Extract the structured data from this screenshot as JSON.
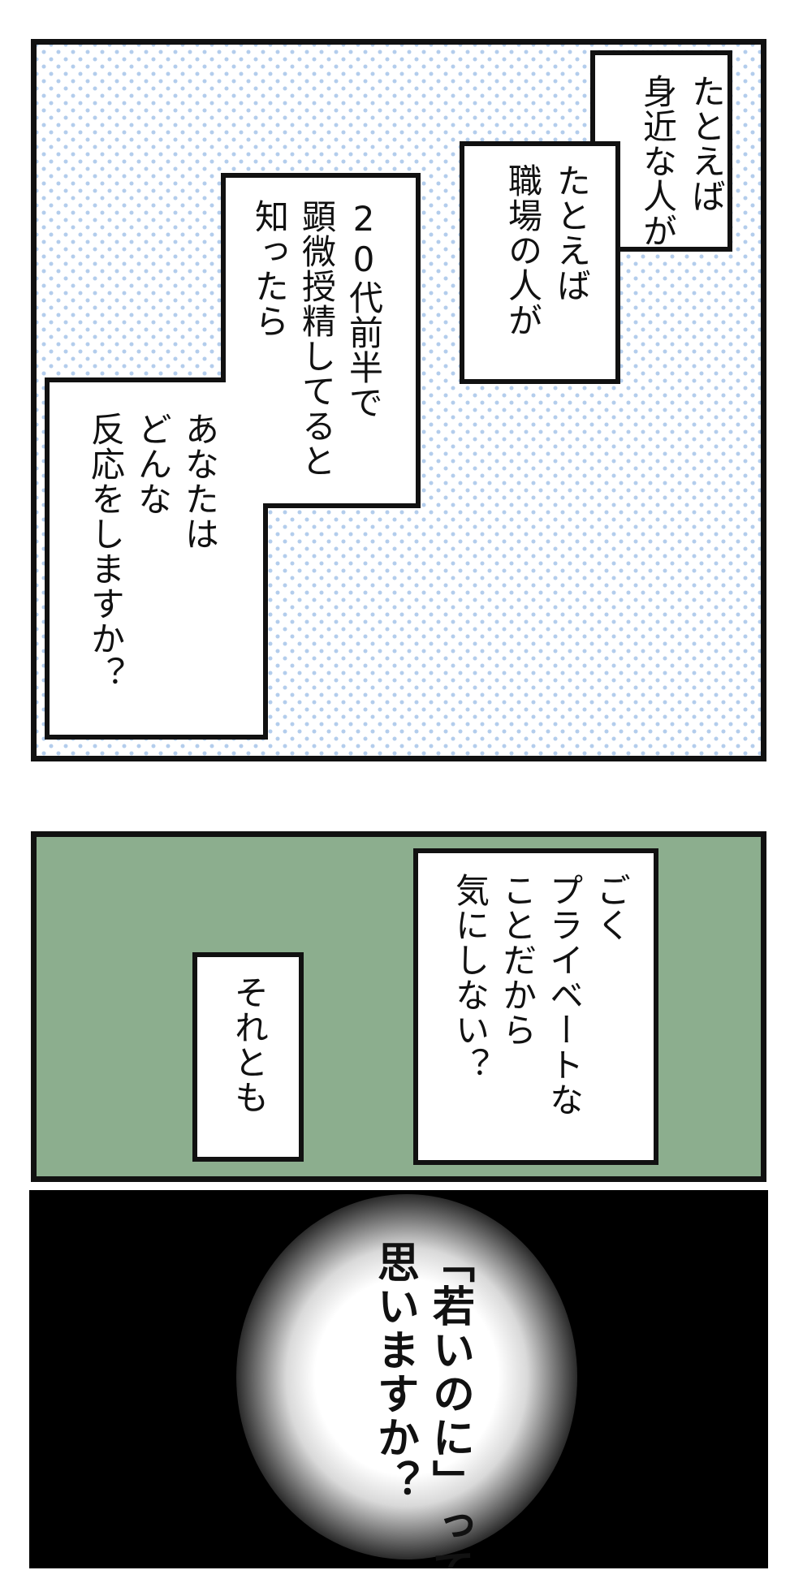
{
  "panel1": {
    "box_a": {
      "col1": "たとえば",
      "col2": "身近な人が"
    },
    "box_b": {
      "col1": "たとえば",
      "col2": "職場の人が"
    },
    "box_c": {
      "col1": "20代前半で",
      "col2": "顕微授精してると",
      "col3": "知ったら"
    },
    "box_d": {
      "col1": "あなたは",
      "col2": "どんな",
      "col3": "反応をしますか？"
    }
  },
  "panel2": {
    "box_a": {
      "col1": "ごく",
      "col2": "プライベートな",
      "col3": "ことだから",
      "col4": "気にしない？"
    },
    "box_b": {
      "col1": "それとも"
    }
  },
  "panel3": {
    "col1": "「若いのに」って",
    "col2": "思いますか？"
  },
  "colors": {
    "dot_tint": "#b3cdec",
    "panel2_bg": "#8cae8e",
    "panel3_bg": "#000000",
    "ink": "#111111"
  }
}
